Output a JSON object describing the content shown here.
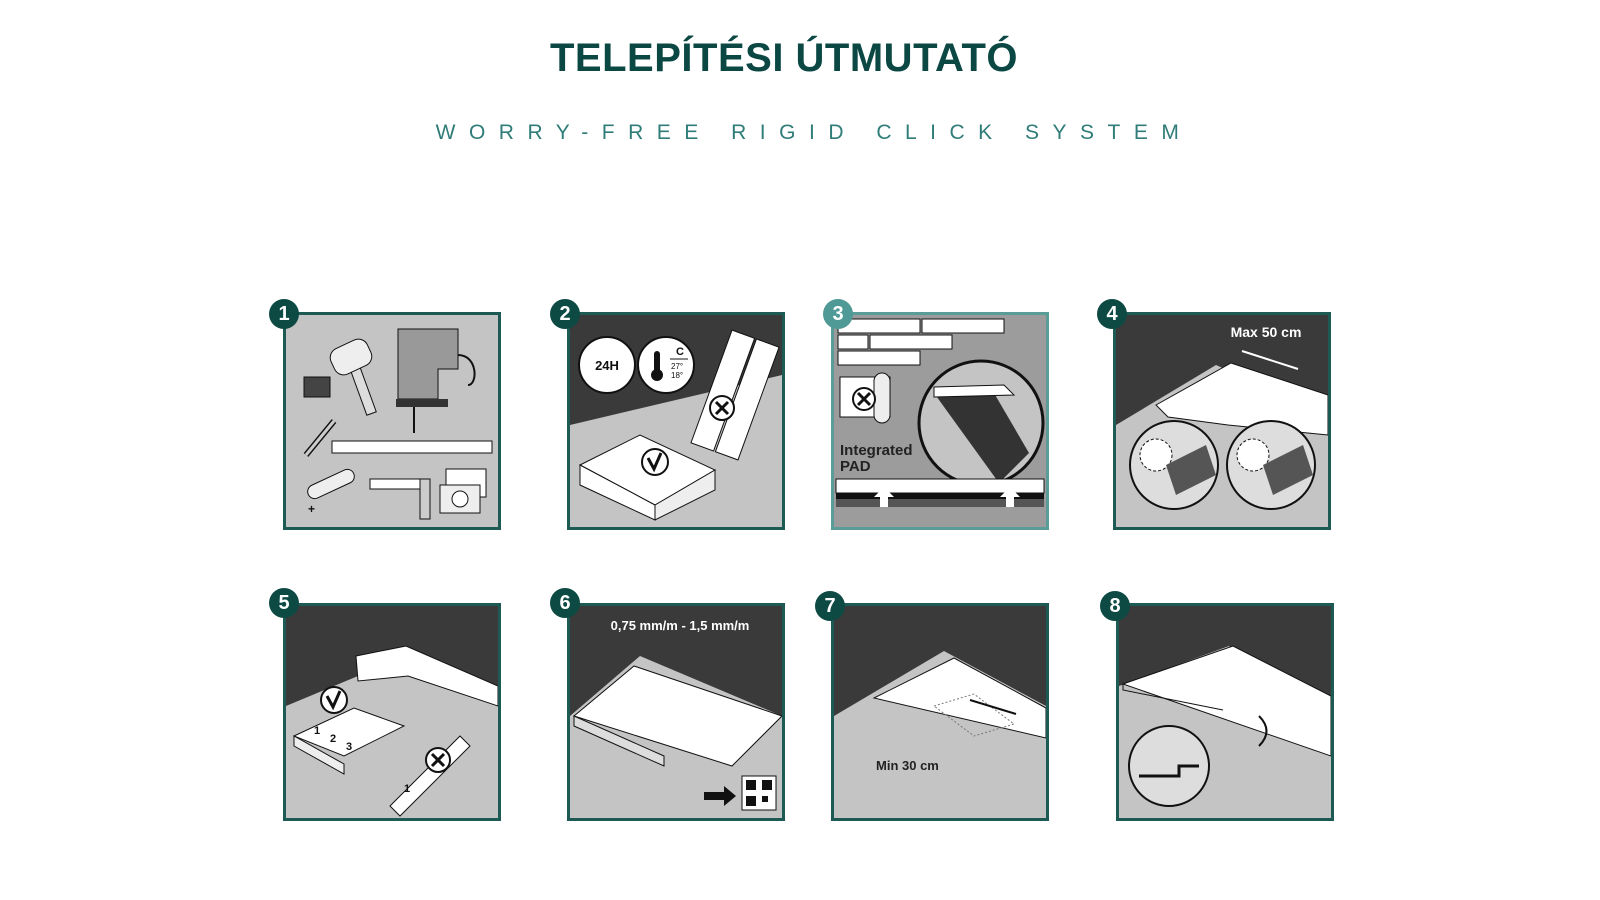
{
  "header": {
    "title": "TELEPÍTÉSI ÚTMUTATÓ",
    "subtitle": "WORRY-FREE RIGID CLICK SYSTEM"
  },
  "colors": {
    "brand": "#0b4743",
    "subtitle": "#2f7c78",
    "border": "#1d5a53",
    "step3_accent": "#4f9996"
  },
  "steps": [
    {
      "number": "1"
    },
    {
      "number": "2",
      "clock_label": "24H",
      "temp_unit": "C",
      "temp_max": "27°",
      "temp_min": "18°"
    },
    {
      "number": "3",
      "pad_label_1": "Integrated",
      "pad_label_2": "PAD"
    },
    {
      "number": "4",
      "spacing_label": "Max 50 cm"
    },
    {
      "number": "5",
      "plank_labels": [
        "1",
        "2",
        "3"
      ],
      "single_plank_label": "1"
    },
    {
      "number": "6",
      "expansion_label": "0,75 mm/m - 1,5 mm/m"
    },
    {
      "number": "7",
      "offset_label": "Min 30 cm"
    },
    {
      "number": "8"
    }
  ]
}
